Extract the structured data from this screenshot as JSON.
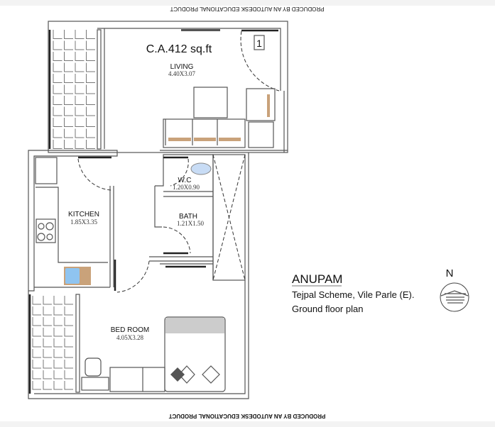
{
  "watermark": "PRODUCED BY AN AUTODESK EDUCATIONAL PRODUCT",
  "plan": {
    "carpet_area": "C.A.412 sq.ft",
    "door_tag": "1",
    "rooms": [
      {
        "name": "LIVING",
        "size": "4.40X3.07"
      },
      {
        "name": "KITCHEN",
        "size": "1.85X3.35"
      },
      {
        "name": "W.C",
        "size": "1.20X0.90"
      },
      {
        "name": "BATH",
        "size": "1.21X1.50"
      },
      {
        "name": "BED ROOM",
        "size": "4.05X3.28"
      }
    ]
  },
  "title_block": {
    "project": "ANUPAM",
    "address": "Tejpal Scheme, Vile Parle (E).",
    "sheet": "Ground floor plan"
  },
  "compass": {
    "label": "N"
  },
  "colors": {
    "sink": "#8fc4f0",
    "wood": "#c9a27a",
    "wall": "#555555"
  }
}
